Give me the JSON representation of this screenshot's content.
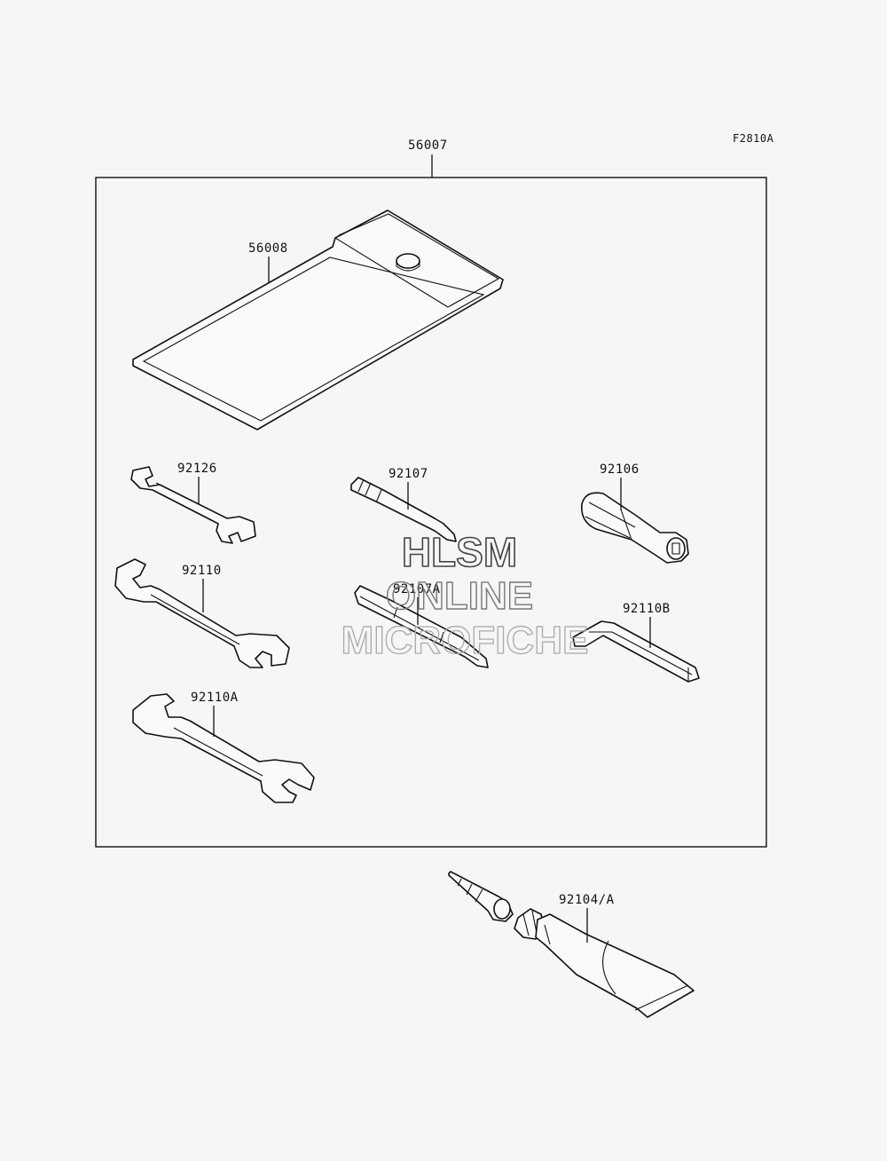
{
  "figure_code": "F2810A",
  "labels": {
    "tool_kit": "56007",
    "tool_bag": "56008",
    "wrench_small": "92126",
    "wrench_medium": "92110",
    "wrench_large": "92110A",
    "screwdriver_bit": "92107",
    "screwdriver_bit_double": "92107A",
    "screwdriver_handle": "92106",
    "hex_key": "92110B",
    "grease_tube": "92104/A"
  },
  "watermark": {
    "line1": "HLSM",
    "line2": "ONLINE",
    "line3": "MICROFICHE"
  }
}
